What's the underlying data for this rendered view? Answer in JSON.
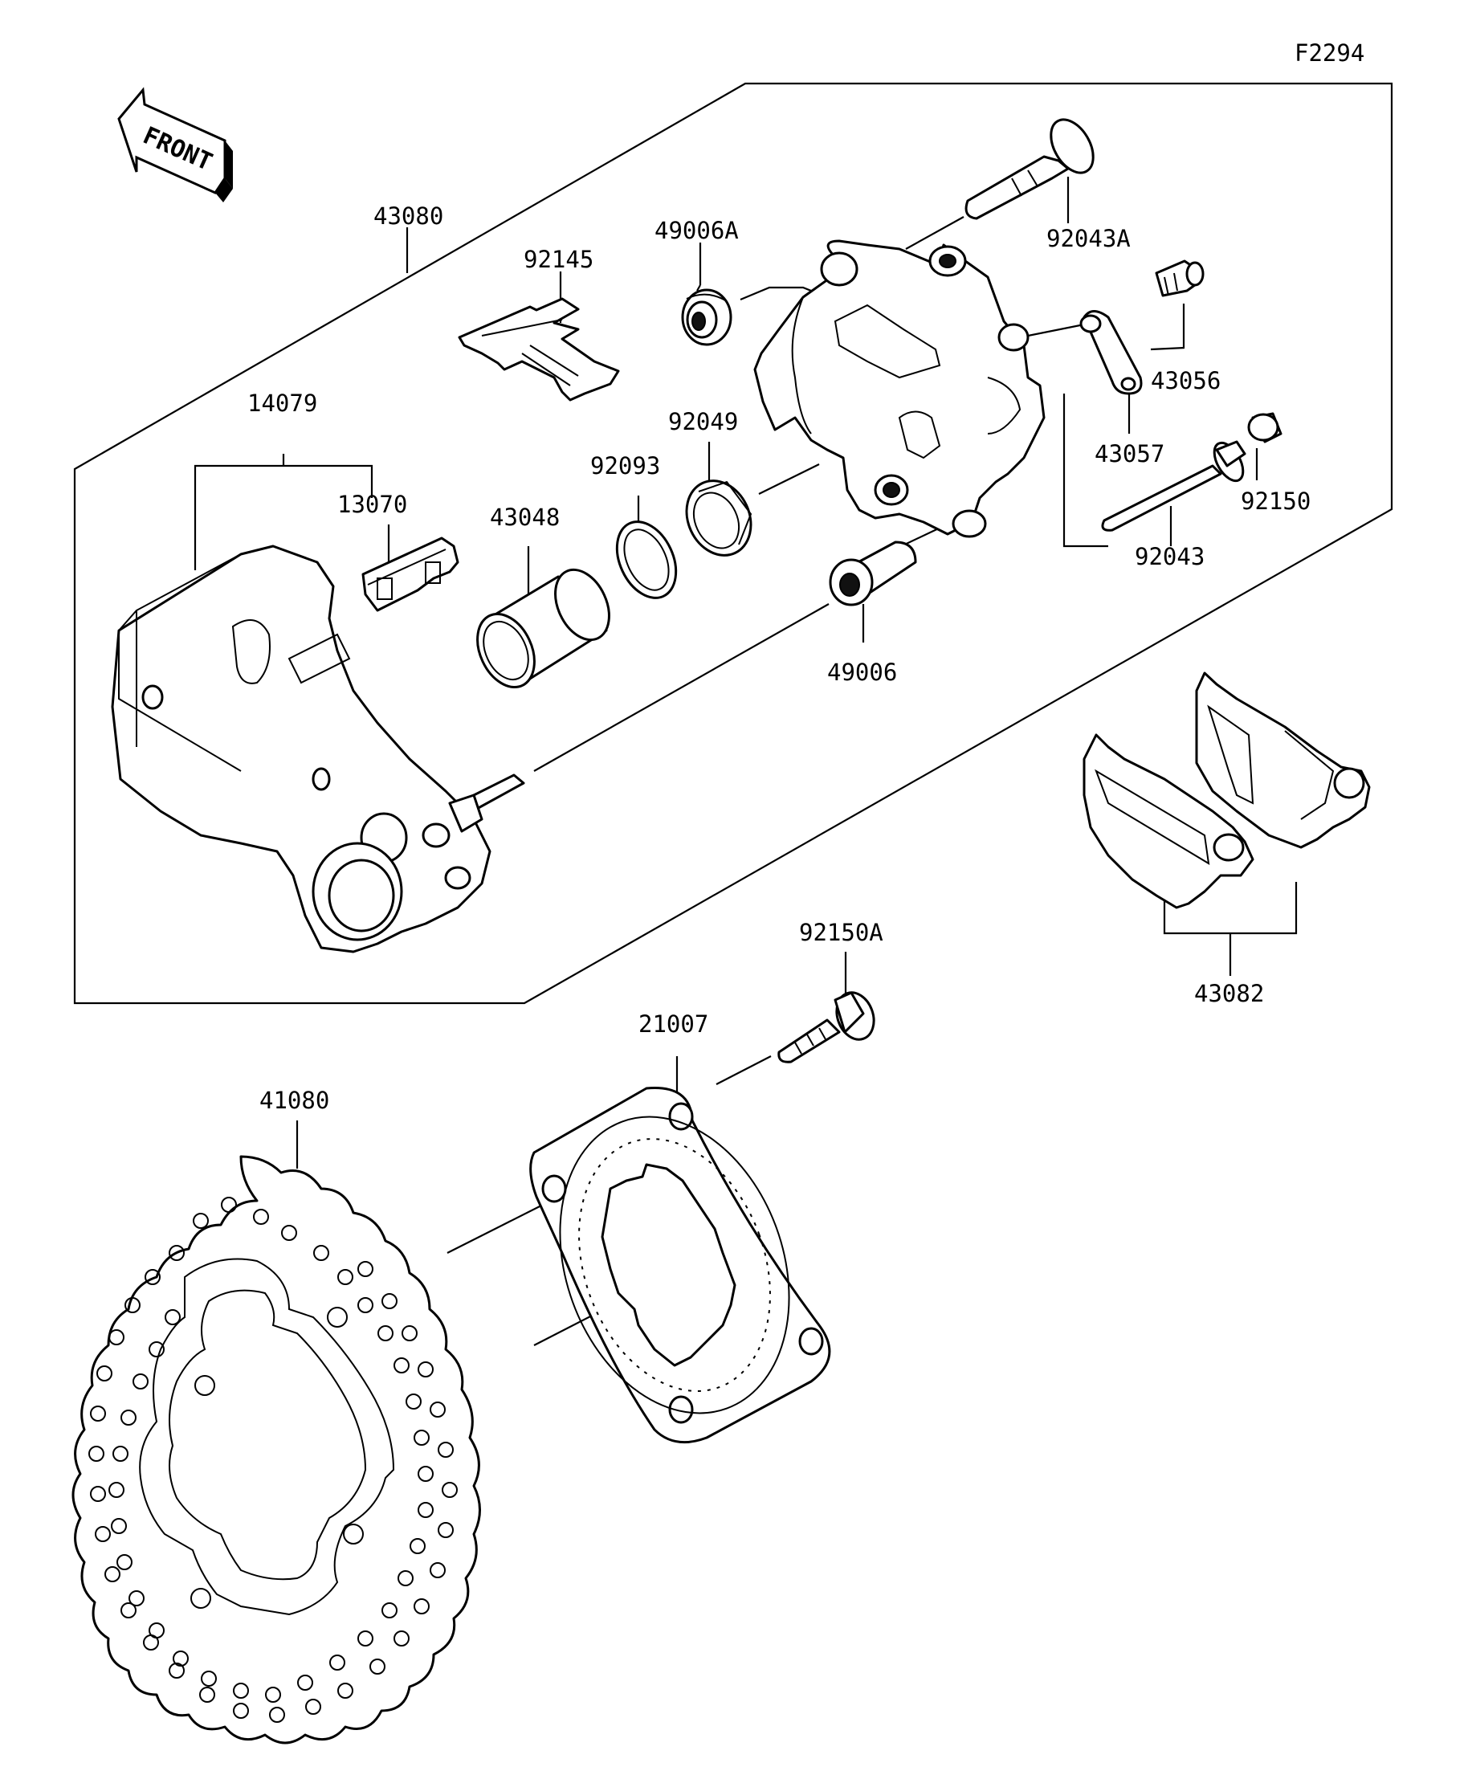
{
  "figure_code": "F2294",
  "front_arrow_text": "FRONT",
  "colors": {
    "line": "#000000",
    "background": "#ffffff"
  },
  "parts": {
    "p43080": "43080",
    "p92145": "92145",
    "p49006A": "49006A",
    "p92043A": "92043A",
    "p43056": "43056",
    "p43057": "43057",
    "p92150": "92150",
    "p92043": "92043",
    "p14079": "14079",
    "p13070": "13070",
    "p43048": "43048",
    "p92093": "92093",
    "p92049": "92049",
    "p49006": "49006",
    "p43082": "43082",
    "p92150A": "92150A",
    "p21007": "21007",
    "p41080": "41080"
  }
}
